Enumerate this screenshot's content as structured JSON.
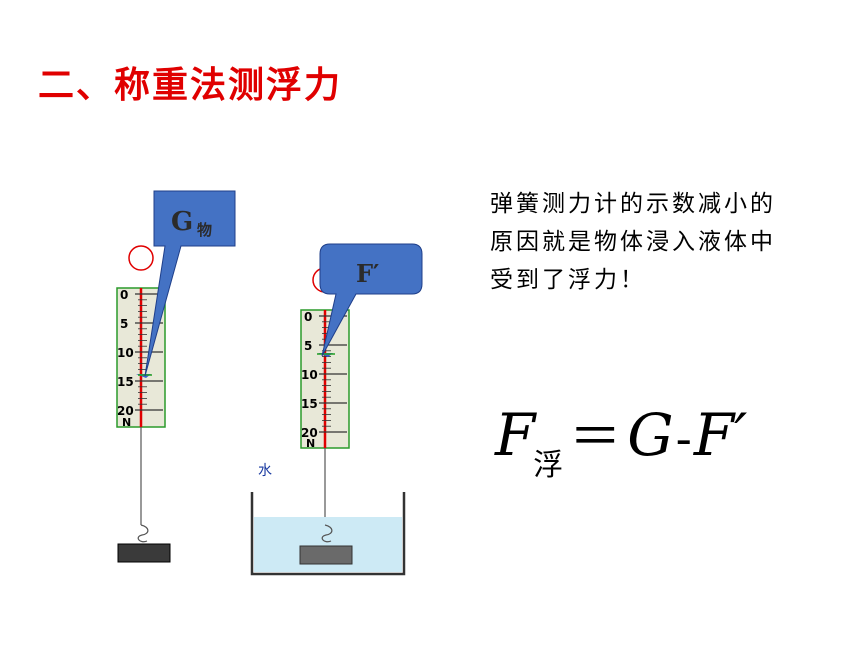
{
  "title": "二、称重法测浮力",
  "description": "弹簧测力计的示数减小的原因就是物体浸入液体中受到了浮力！",
  "scale_labels": [
    "0",
    "5",
    "10",
    "15",
    "20",
    "N"
  ],
  "callout_left": {
    "main": "G",
    "sub": "物"
  },
  "callout_right": {
    "main": "F′"
  },
  "water_label": "水",
  "formula": {
    "f": "F",
    "f_sub": "浮",
    "eq": "＝",
    "g": "G",
    "minus": "-",
    "fp": "F′"
  },
  "colors": {
    "title": "#e00000",
    "callout_fill": "#4472c4",
    "callout_text": "#2b2b2b",
    "scale_fill": "#e8e8d8",
    "scale_border": "#2a9a2a",
    "needle": "#e00000",
    "water": "#cdeaf5"
  }
}
